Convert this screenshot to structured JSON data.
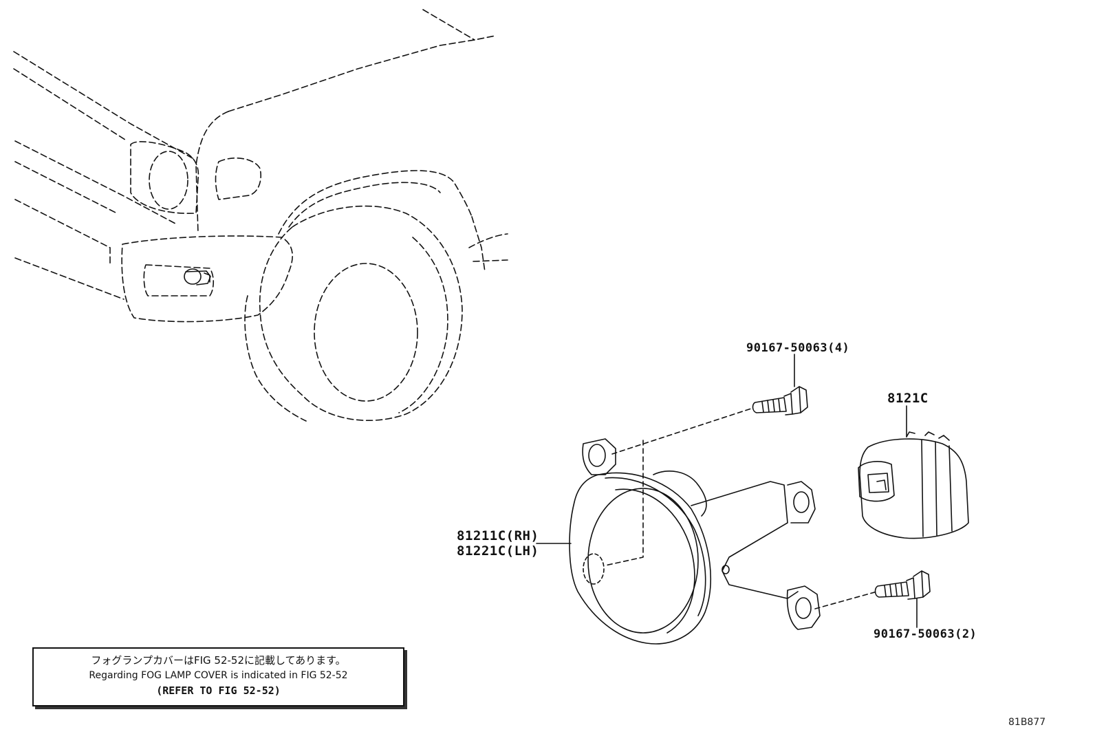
{
  "labels": {
    "bolt_top": "90167-50063(4)",
    "bolt_bottom": "90167-50063(2)",
    "bulb": "8121C",
    "lamp_rh": "81211C(RH)",
    "lamp_lh": "81221C(LH)"
  },
  "note": {
    "line_jp": "フォグランプカバーはFIG 52-52に記載してあります。",
    "line_en": "Regarding FOG LAMP COVER is indicated in FIG 52-52",
    "line_ref": "(REFER TO FIG 52-52)"
  },
  "figure_code": "81B877"
}
